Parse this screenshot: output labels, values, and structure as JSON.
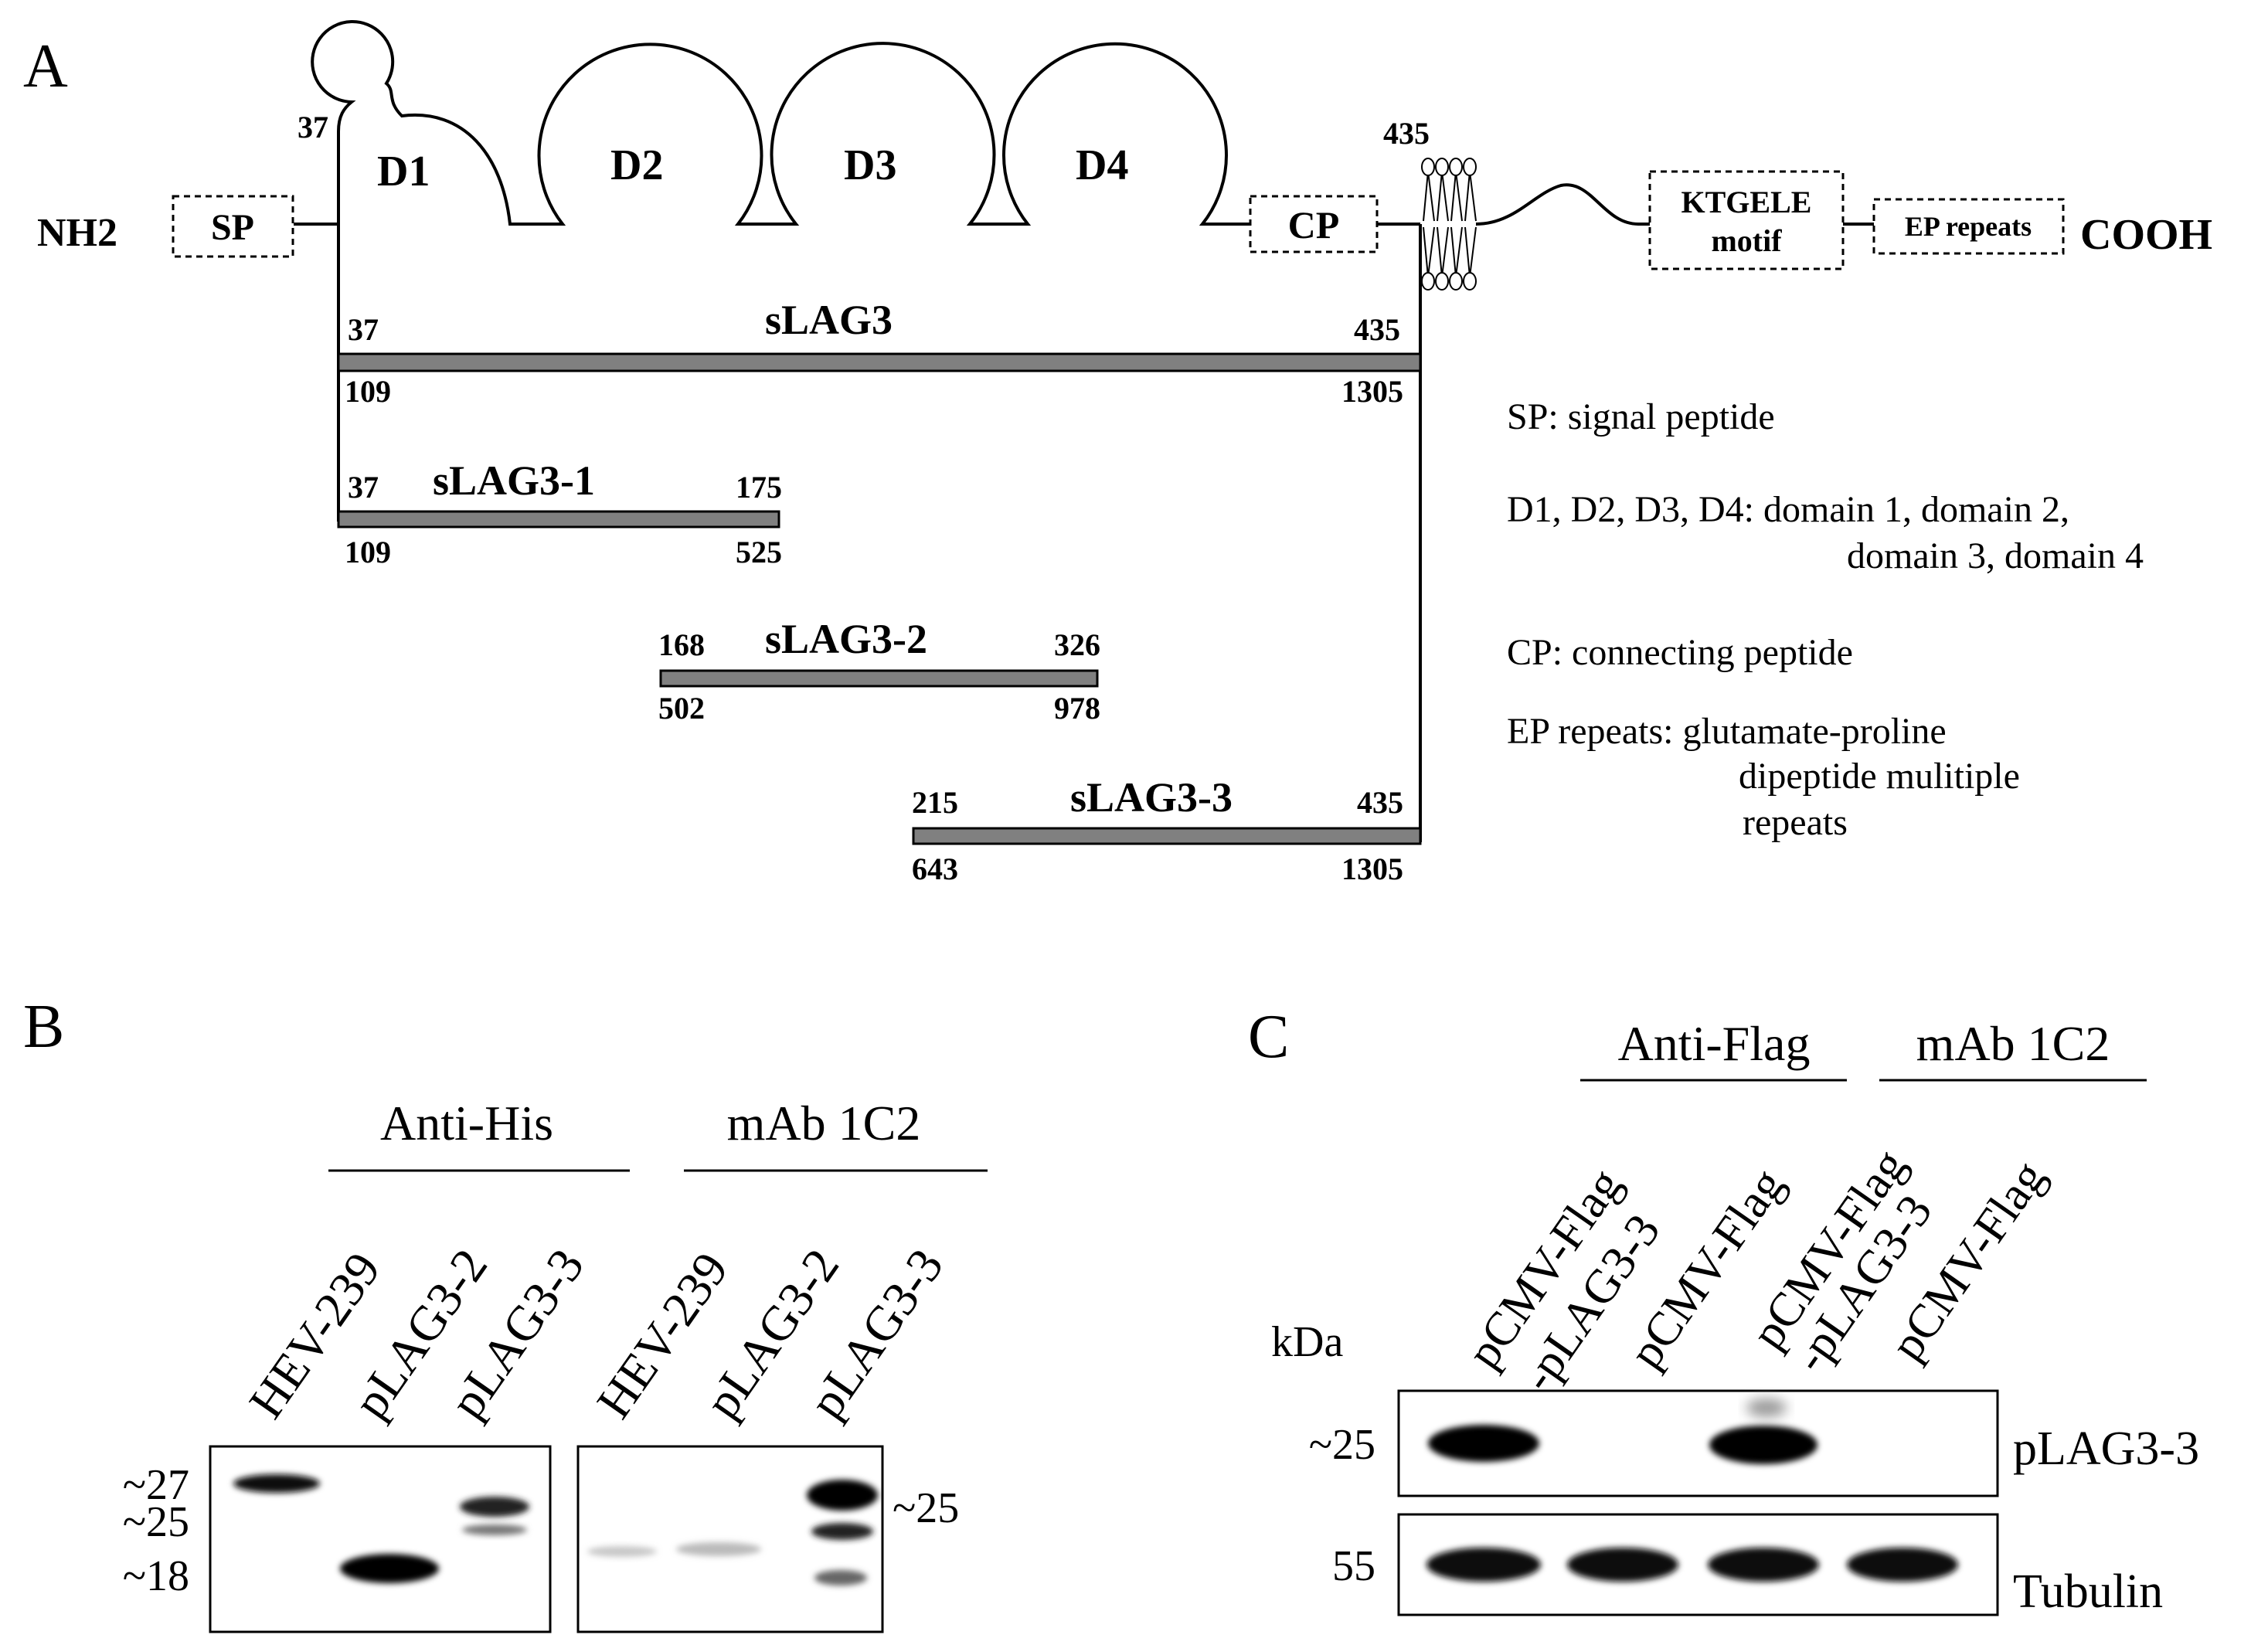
{
  "panel_a": {
    "label": "A",
    "nh2": "NH2",
    "cooh": "COOH",
    "sp_box": "SP",
    "cp_box": "CP",
    "domains": [
      "D1",
      "D2",
      "D3",
      "D4"
    ],
    "pos_37": "37",
    "pos_435": "435",
    "ktgele_line1": "KTGELE",
    "ktgele_line2": "motif",
    "ep_box": "EP repeats",
    "constructs": [
      {
        "name": "sLAG3",
        "aa_start": "37",
        "aa_end": "435",
        "nt_start": "109",
        "nt_end": "1305"
      },
      {
        "name": "sLAG3-1",
        "aa_start": "37",
        "aa_end": "175",
        "nt_start": "109",
        "nt_end": "525"
      },
      {
        "name": "sLAG3-2",
        "aa_start": "168",
        "aa_end": "326",
        "nt_start": "502",
        "nt_end": "978"
      },
      {
        "name": "sLAG3-3",
        "aa_start": "215",
        "aa_end": "435",
        "nt_start": "643",
        "nt_end": "1305"
      }
    ],
    "legend": {
      "sp": "SP: signal peptide",
      "d_line1": "D1, D2, D3, D4: domain 1, domain 2,",
      "d_line2": "domain 3, domain 4",
      "cp": "CP: connecting peptide",
      "ep_line1": "EP repeats: glutamate-proline",
      "ep_line2": "dipeptide mulitiple",
      "ep_line3": "repeats"
    }
  },
  "panel_b": {
    "label": "B",
    "group1": "Anti-His",
    "group2": "mAb 1C2",
    "lanes": [
      "HEV-239",
      "pLAG3-2",
      "pLAG3-3"
    ],
    "markers_left": [
      "~27",
      "~25",
      "~18"
    ],
    "marker_right": "~25"
  },
  "panel_c": {
    "label": "C",
    "group1": "Anti-Flag",
    "group2": "mAb 1C2",
    "lane1_line1": "pCMV-Flag",
    "lane1_line2": "-pLAG3-3",
    "lane2": "pCMV-Flag",
    "kda": "kDa",
    "marker_top": "~25",
    "marker_bottom": "55",
    "row_top_label": "pLAG3-3",
    "row_bottom_label": "Tubulin"
  }
}
